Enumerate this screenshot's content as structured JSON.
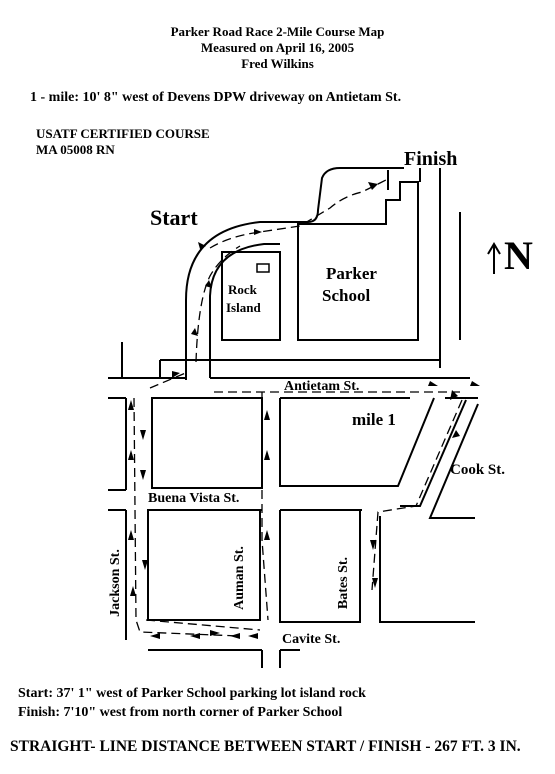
{
  "header": {
    "title": "Parker Road Race 2-Mile Course Map",
    "measured": "Measured on April 16, 2005",
    "author": "Fred Wilkins"
  },
  "one_mile_note": "1 - mile:  10' 8\" west of Devens DPW driveway on Antietam St.",
  "certification": {
    "line1": "USATF CERTIFIED COURSE",
    "line2": "MA 05008 RN"
  },
  "map": {
    "finish_label": "Finish",
    "start_label": "Start",
    "north_label": "N",
    "rock_island_line1": "Rock",
    "rock_island_line2": "Island",
    "parker_school_line1": "Parker",
    "parker_school_line2": "School",
    "antietam_st": "Antietam St.",
    "mile_marker": "mile 1",
    "cook_st": "Cook St.",
    "buena_vista_st": "Buena Vista St.",
    "jackson_st": "Jackson St.",
    "auman_st": "Auman St.",
    "bates_st": "Bates St.",
    "cavite_st": "Cavite St."
  },
  "footer": {
    "start_note": "Start:  37' 1\" west of Parker School parking lot island rock",
    "finish_note": "Finish:  7'10\" west from north corner of Parker School",
    "distance_note": "STRAIGHT- LINE DISTANCE BETWEEN START / FINISH - 267 FT.  3 IN."
  }
}
